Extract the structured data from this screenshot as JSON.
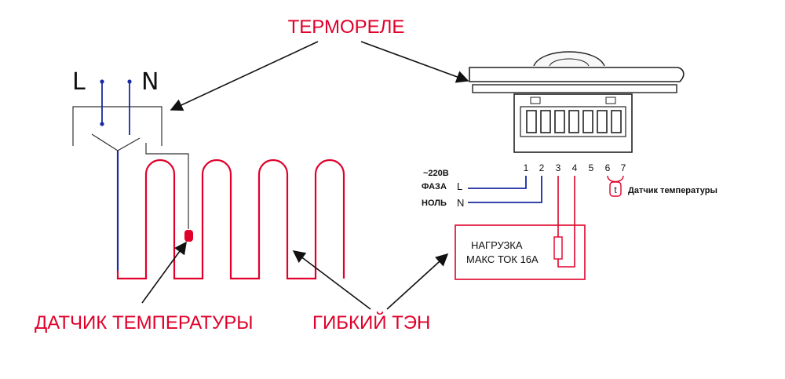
{
  "labels": {
    "thermostat_title": "ТЕРМОРЕЛЕ",
    "sensor_label": "ДАТЧИК ТЕМПЕРАТУРЫ",
    "heater_label": "ГИБКИЙ ТЭН",
    "switch_phase": "L",
    "switch_neutral": "N"
  },
  "wiring": {
    "voltage": "~220В",
    "phase_label": "ФАЗА",
    "phase_letter": "L",
    "neutral_label": "НОЛЬ",
    "neutral_letter": "N",
    "terminals": [
      "1",
      "2",
      "3",
      "4",
      "5",
      "6",
      "7"
    ],
    "load_line1": "НАГРУЗКА",
    "load_line2": "МАКС ТОК 16А",
    "sensor_symbol": "t",
    "sensor_caption": "Датчик температуры"
  },
  "colors": {
    "accent_red": "#e0002a",
    "wire_blue": "#1a2aa0",
    "line_dark": "#222222"
  }
}
